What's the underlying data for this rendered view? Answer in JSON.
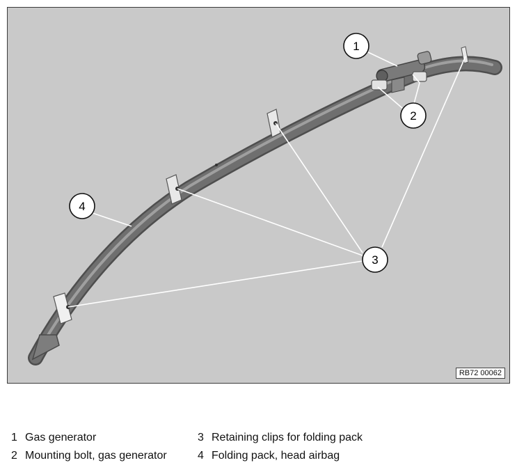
{
  "figure": {
    "code": "RB72 00062",
    "callouts": [
      {
        "num": "1"
      },
      {
        "num": "2"
      },
      {
        "num": "3"
      },
      {
        "num": "4"
      }
    ]
  },
  "legend": [
    {
      "num": "1",
      "text": "Gas generator"
    },
    {
      "num": "2",
      "text": "Mounting bolt, gas generator"
    },
    {
      "num": "3",
      "text": "Retaining clips for folding pack"
    },
    {
      "num": "4",
      "text": "Folding pack, head airbag"
    }
  ],
  "colors": {
    "background": "#c9c9c9",
    "tube": "#6f6f6f",
    "tube_highlight": "#a8a8a8",
    "leader": "#ffffff"
  }
}
